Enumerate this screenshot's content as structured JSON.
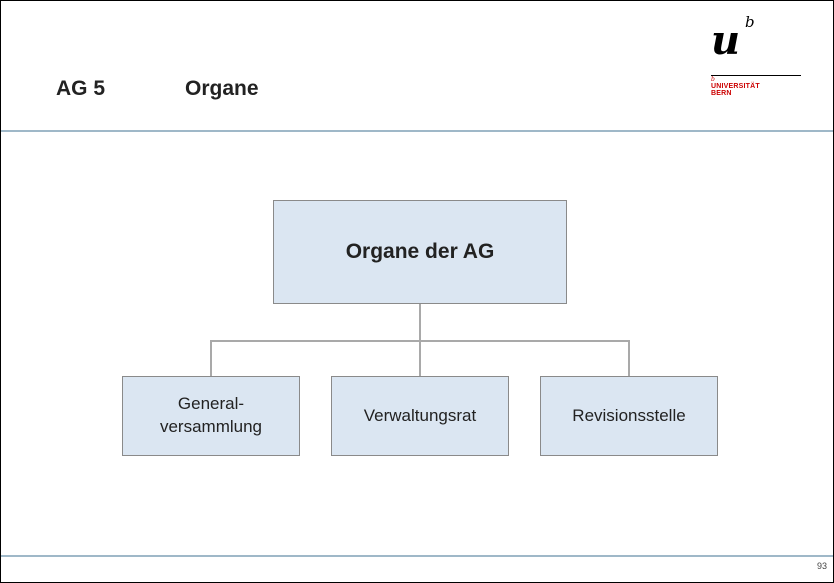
{
  "header": {
    "code": "AG 5",
    "title": "Organe"
  },
  "logo": {
    "u": "u",
    "b": "b",
    "b_small": "b",
    "name_line1": "UNIVERSITÄT",
    "name_line2": "BERN"
  },
  "diagram": {
    "root": "Organe der AG",
    "children": [
      {
        "line1": "General-",
        "line2": "versammlung"
      },
      {
        "line1": "Verwaltungsrat"
      },
      {
        "line1": "Revisionsstelle"
      }
    ]
  },
  "footer": {
    "page_number": "93"
  },
  "colors": {
    "box_fill": "#dbe6f2",
    "box_border": "#8a8a8a",
    "rule": "#9fb8c8",
    "logo_accent": "#cc0000"
  }
}
